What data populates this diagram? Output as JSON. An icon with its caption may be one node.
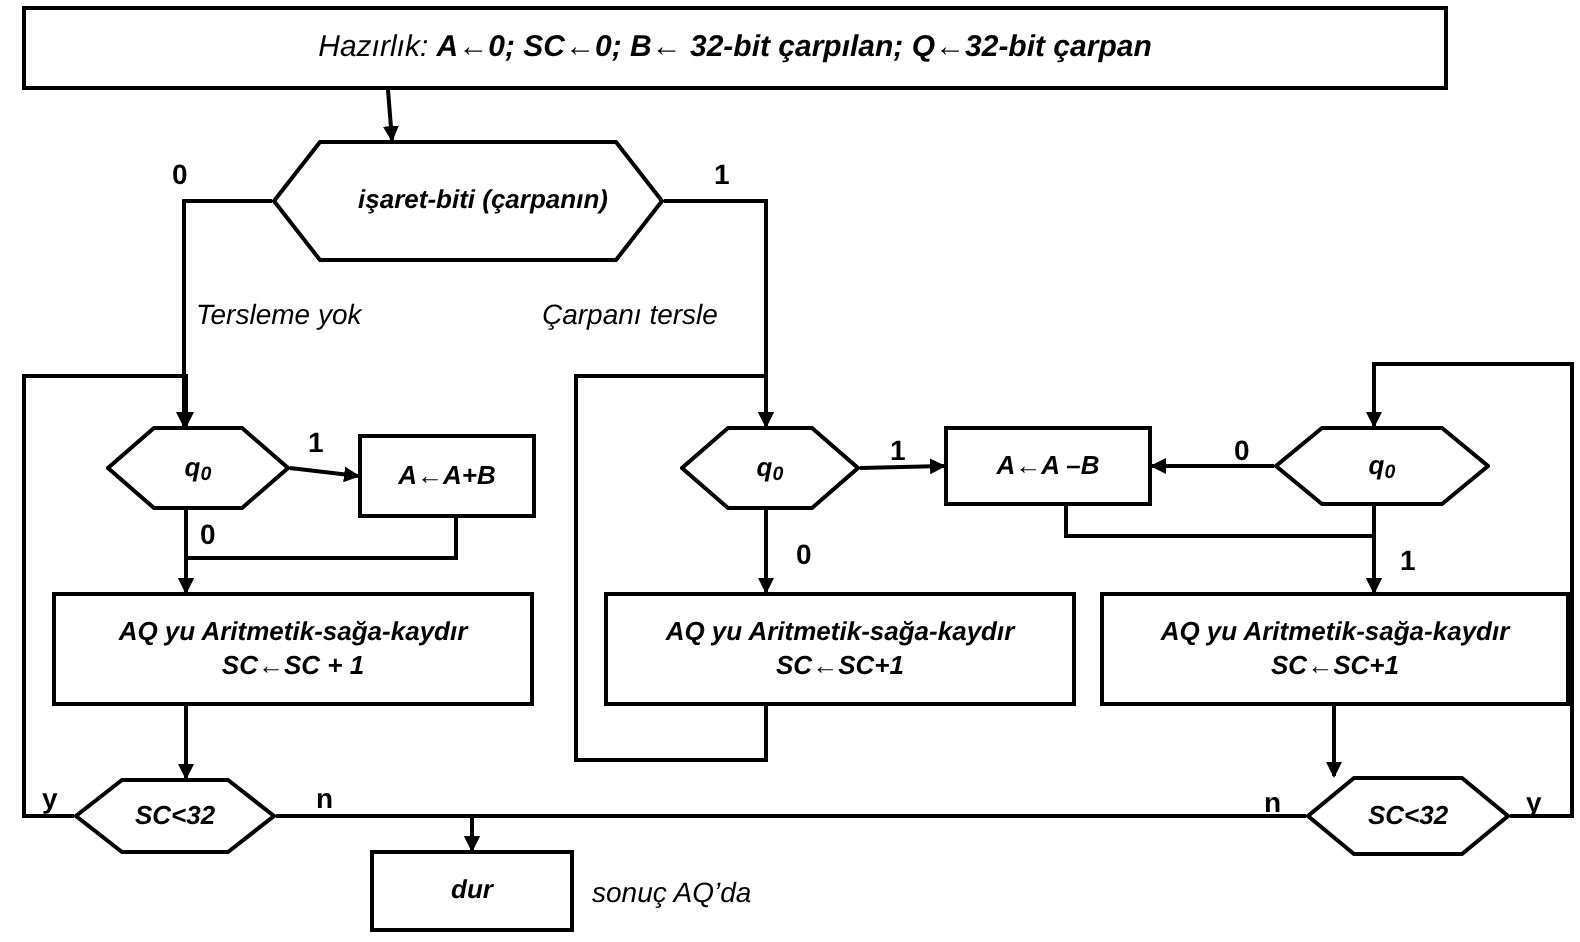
{
  "diagram": {
    "nodes": [
      {
        "text": [
          "Hazırlık: **A←0; SC←0; B← 32-bit çarpılan; Q←32-bit çarpan**"
        ]
      },
      {
        "text": [
          "işaret-biti (çarpanın)"
        ]
      },
      {
        "text": [
          "q$_{0}$"
        ]
      },
      {
        "text": [
          "A←A+B"
        ]
      },
      {
        "text": [
          "AQ yu Aritmetik-sağa-kaydır",
          "SC←SC + 1"
        ]
      },
      {
        "text": [
          "SC<32"
        ]
      },
      {
        "text": [
          "dur"
        ],
        "beside": [
          "sonuç AQ’da"
        ]
      },
      {
        "text": [
          "q$_{0}$"
        ]
      },
      {
        "text": [
          "A←A –B"
        ]
      },
      {
        "text": [
          "AQ yu Aritmetik-sağa-kaydır",
          "SC←SC+1"
        ]
      },
      {
        "text": [
          "q$_{0}$"
        ]
      },
      {
        "text": [
          "AQ yu Aritmetik-sağa-kaydır",
          "SC←SC+1"
        ]
      },
      {
        "text": [
          "SC<32"
        ]
      }
    ],
    "edges": [
      {
        "from": 0,
        "to": 1,
        "arrow": "to"
      },
      {
        "from": 1,
        "to": 2,
        "label": "0",
        "arrow": "to"
      },
      {
        "from": 1,
        "to": 7,
        "label": "1",
        "arrow": "to"
      },
      {
        "from": 2,
        "to": 3,
        "label": "1",
        "arrow": "to"
      },
      {
        "from": 2,
        "to": 4,
        "label": "0",
        "arrow": "to"
      },
      {
        "from": 3,
        "to": 4,
        "arrow": "to"
      },
      {
        "from": 4,
        "to": 5,
        "arrow": "to"
      },
      {
        "from": 5,
        "to": 2,
        "label": "y",
        "arrow": "to"
      },
      {
        "from": 5,
        "to": 6,
        "label": "n",
        "arrow": "to"
      },
      {
        "from": 7,
        "to": 8,
        "label": "1",
        "arrow": "to"
      },
      {
        "from": 7,
        "to": 9,
        "label": "0",
        "arrow": "to"
      },
      {
        "from": 9,
        "to": 7,
        "arrow": "to"
      },
      {
        "from": 10,
        "to": 8,
        "label": "0",
        "arrow": "to"
      },
      {
        "from": 10,
        "to": 11,
        "label": "1",
        "arrow": "to"
      },
      {
        "from": 8,
        "to": 11,
        "arrow": "to"
      },
      {
        "from": 11,
        "to": 12,
        "arrow": "to"
      },
      {
        "from": 12,
        "to": 10,
        "label": "y",
        "arrow": "to"
      },
      {
        "from": 12,
        "to": 6,
        "label": "n",
        "arrow": "to"
      }
    ],
    "labels": [
      "Tersleme yok",
      "Çarpanı tersle"
    ]
  }
}
